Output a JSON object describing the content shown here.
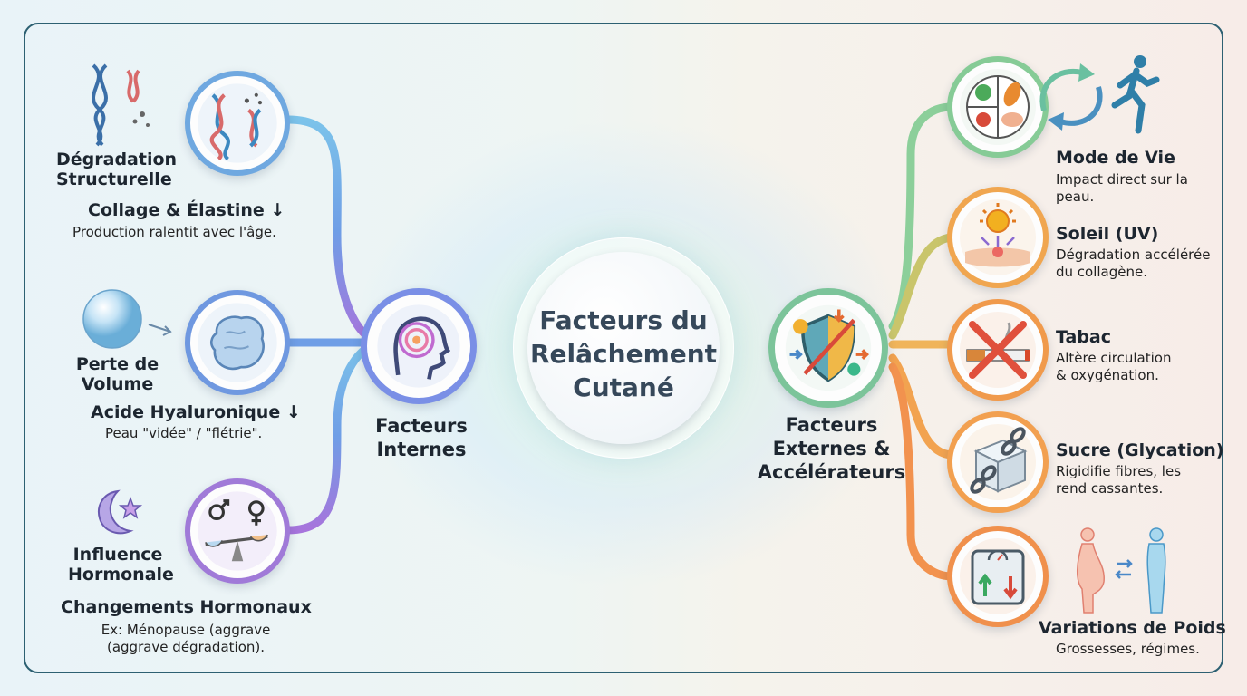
{
  "center": {
    "line1": "Facteurs du",
    "line2": "Relâchement",
    "line3": "Cutané"
  },
  "internal_hub": {
    "line1": "Facteurs",
    "line2": "Internes"
  },
  "external_hub": {
    "line1": "Facteurs",
    "line2": "Externes &",
    "line3": "Accélérateurs"
  },
  "internal": [
    {
      "category_line1": "Dégradation",
      "category_line2": "Structurelle",
      "title": "Collage & Élastine ↓",
      "desc": "Production ralentit avec l'âge.",
      "icon": "dna-collagen-icon"
    },
    {
      "category_line1": "Perte de",
      "category_line2": "Volume",
      "title": "Acide Hyaluronique ↓",
      "desc": "Peau \"vidée\" / \"flétrie\".",
      "icon": "hyaluronic-sphere-icon"
    },
    {
      "category_line1": "Influence",
      "category_line2": "Hormonale",
      "title": "Changements Hormonaux",
      "desc_line1": "Ex: Ménopause (aggrave",
      "desc_line2": "(aggrave dégradation).",
      "icon": "hormone-balance-icon"
    }
  ],
  "external": [
    {
      "title": "Mode de Vie",
      "desc_line1": "Impact direct sur la",
      "desc_line2": "peau.",
      "icon": "healthy-food-icon"
    },
    {
      "title": "Soleil (UV)",
      "desc_line1": "Dégradation accélérée",
      "desc_line2": "du collagène.",
      "icon": "sun-uv-icon"
    },
    {
      "title": "Tabac",
      "desc_line1": "Altère circulation",
      "desc_line2": "& oxygénation.",
      "icon": "no-smoking-icon"
    },
    {
      "title": "Sucre (Glycation)",
      "desc_line1": "Rigidifie fibres, les",
      "desc_line2": "rend cassantes.",
      "icon": "sugar-cube-chain-icon"
    },
    {
      "title": "Variations de Poids",
      "desc": "Grossesses, régimes.",
      "icon": "weighing-scale-icon"
    }
  ],
  "colors": {
    "frame": "#2d6072",
    "blue": "#5aa8d8",
    "purple": "#9a72d6",
    "green": "#7cc49a",
    "orange": "#f0a24e",
    "text": "#1d2630"
  }
}
